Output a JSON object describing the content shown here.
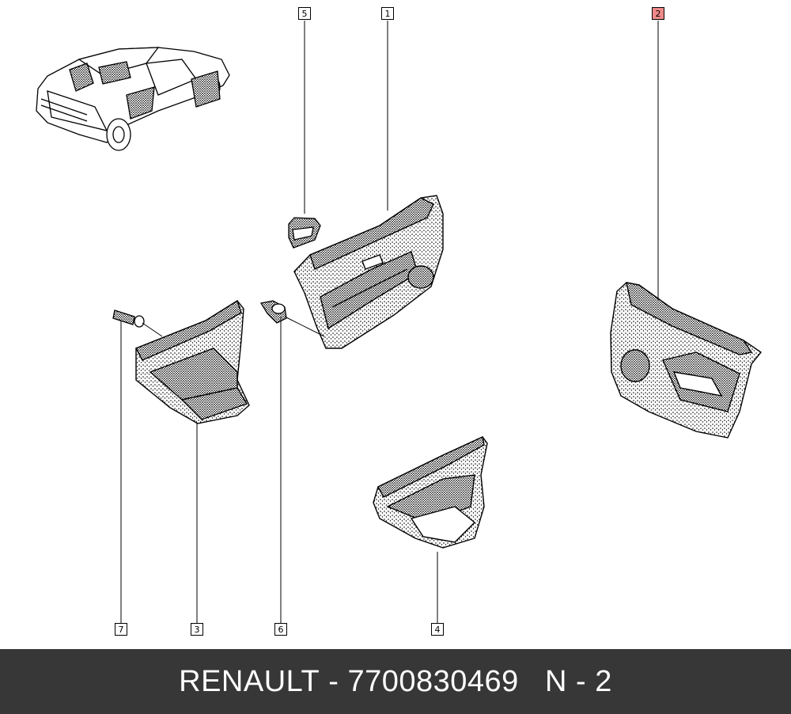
{
  "callouts": [
    {
      "id": "5",
      "highlight": false
    },
    {
      "id": "1",
      "highlight": false
    },
    {
      "id": "2",
      "highlight": true
    },
    {
      "id": "7",
      "highlight": false
    },
    {
      "id": "3",
      "highlight": false
    },
    {
      "id": "6",
      "highlight": false
    },
    {
      "id": "4",
      "highlight": false
    }
  ],
  "footer": {
    "brand": "RENAULT",
    "separator": " - ",
    "part_number": "7700830469",
    "gap": "   ",
    "ref": "N - 2"
  },
  "colors": {
    "highlight": "#f08a8a",
    "footer_bg": "#373737",
    "footer_text": "#ffffff"
  }
}
